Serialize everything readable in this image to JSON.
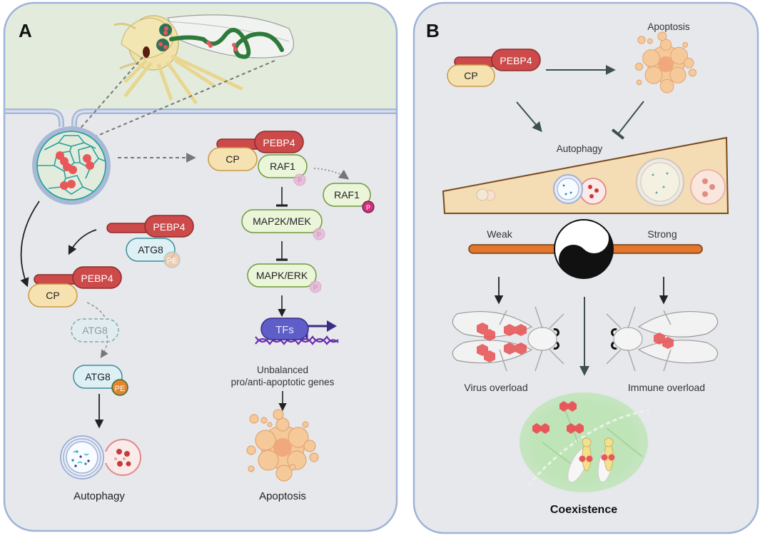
{
  "panel_a": {
    "label": "A",
    "insect": "whitefly-with-virus",
    "complex_top": {
      "pebp4": "PEBP4",
      "cp": "CP",
      "raf1": "RAF1",
      "p": "P"
    },
    "raf1_free": {
      "label": "RAF1",
      "p": "P"
    },
    "mek": {
      "label": "MAP2K/MEK",
      "p": "P"
    },
    "erk": {
      "label": "MAPK/ERK",
      "p": "P"
    },
    "tfs": "TFs",
    "genes_line1": "Unbalanced",
    "genes_line2": "pro/anti-apoptotic genes",
    "apoptosis": "Apoptosis",
    "pebp4_atg8": {
      "pebp4": "PEBP4",
      "atg8": "ATG8",
      "pe": "PE"
    },
    "pebp4_cp": {
      "pebp4": "PEBP4",
      "cp": "CP"
    },
    "atg8_dashed": "ATG8",
    "atg8_pe": {
      "atg8": "ATG8",
      "pe": "PE"
    },
    "autophagy": "Autophagy"
  },
  "panel_b": {
    "label": "B",
    "complex": {
      "pebp4": "PEBP4",
      "cp": "CP"
    },
    "apoptosis": "Apoptosis",
    "autophagy": "Autophagy",
    "weak": "Weak",
    "strong": "Strong",
    "virus_overload": "Virus overload",
    "immune_overload": "Immune overload",
    "coexistence": "Coexistence"
  },
  "colors": {
    "panel_bg": "#e6e8ec",
    "panel_border": "#9fb3d9",
    "extracell_bg": "#e3ecdc",
    "pebp4": "#cc4a4a",
    "pebp4_dark": "#8f2a2a",
    "cp": "#f6e2b0",
    "cp_border": "#c89a45",
    "raf": "#eaf5da",
    "raf_border": "#6f9a3a",
    "atg8": "#dcf0f6",
    "atg8_border": "#3f8c99",
    "pe": "#e6842a",
    "phospho": "#d1307f",
    "tfs": "#5e5ec8",
    "apoptotic_cell": "#f6c99a",
    "wedge": "#f4dcb4",
    "slider": "#e0772d",
    "virus": "#e8585a",
    "leaf": "#bfe4b8"
  }
}
